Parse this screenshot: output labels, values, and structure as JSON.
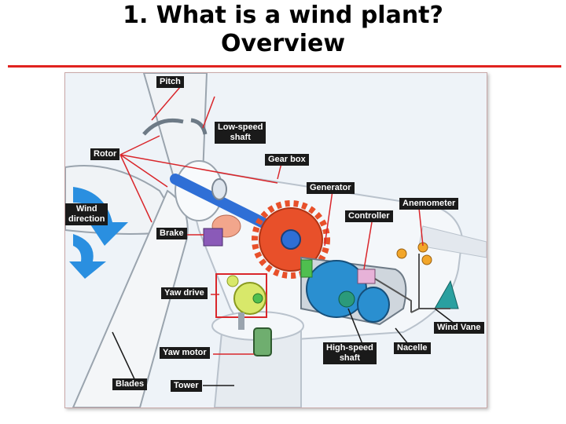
{
  "slide": {
    "title_line1": "1. What is a wind plant?",
    "title_line2": "Overview"
  },
  "diagram": {
    "labels": {
      "pitch": "Pitch",
      "low_speed_shaft_1": "Low-speed",
      "low_speed_shaft_2": "shaft",
      "rotor": "Rotor",
      "gear_box": "Gear box",
      "generator": "Generator",
      "wind_direction_1": "Wind",
      "wind_direction_2": "direction",
      "anemometer": "Anemometer",
      "controller": "Controller",
      "brake": "Brake",
      "yaw_drive": "Yaw drive",
      "wind_vane": "Wind Vane",
      "yaw_motor": "Yaw motor",
      "high_speed_shaft_1": "High-speed",
      "high_speed_shaft_2": "shaft",
      "nacelle": "Nacelle",
      "blades": "Blades",
      "tower": "Tower"
    },
    "colors": {
      "leader_line": "#d9262b",
      "gear": "#e8502a",
      "shaft": "#2f6fd6",
      "generator": "#2a8fd0",
      "wind_arrow": "#2a8fe0",
      "brake": "#8a5ab8",
      "yaw_gear": "#d8e86a"
    }
  }
}
